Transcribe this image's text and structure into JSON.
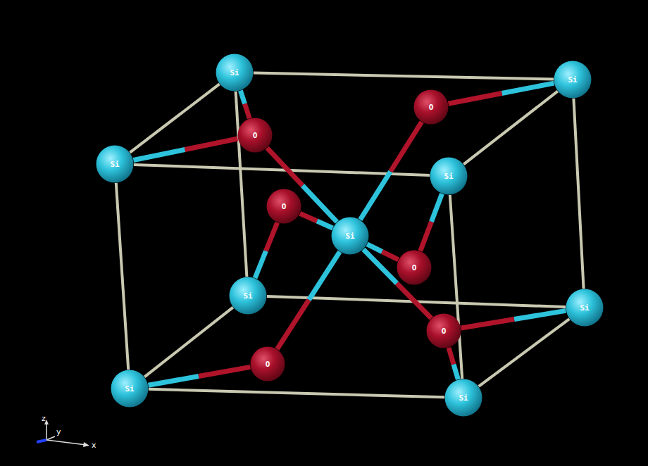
{
  "diagram": {
    "nodes": [
      {
        "text": [
          "Si"
        ]
      },
      {
        "text": [
          "Si"
        ]
      },
      {
        "text": [
          "O"
        ]
      },
      {
        "text": [
          "O"
        ]
      },
      {
        "text": [
          "Si"
        ]
      },
      {
        "text": [
          "Si"
        ]
      },
      {
        "text": [
          "O"
        ]
      },
      {
        "text": [
          "Si"
        ]
      },
      {
        "text": [
          "O"
        ]
      },
      {
        "text": [
          "Si"
        ]
      },
      {
        "text": [
          "Si"
        ]
      },
      {
        "text": [
          "O"
        ]
      },
      {
        "text": [
          "O"
        ]
      },
      {
        "text": [
          "Si"
        ]
      },
      {
        "text": [
          "Si"
        ]
      }
    ],
    "edges": [
      {
        "from": 0,
        "to": 1,
        "arrow": "none"
      },
      {
        "from": 0,
        "to": 4,
        "arrow": "none"
      },
      {
        "from": 0,
        "to": 9,
        "arrow": "none"
      },
      {
        "from": 1,
        "to": 5,
        "arrow": "none"
      },
      {
        "from": 1,
        "to": 10,
        "arrow": "none"
      },
      {
        "from": 4,
        "to": 5,
        "arrow": "none"
      },
      {
        "from": 4,
        "to": 13,
        "arrow": "none"
      },
      {
        "from": 5,
        "to": 14,
        "arrow": "none"
      },
      {
        "from": 9,
        "to": 10,
        "arrow": "none"
      },
      {
        "from": 9,
        "to": 13,
        "arrow": "none"
      },
      {
        "from": 10,
        "to": 14,
        "arrow": "none"
      },
      {
        "from": 13,
        "to": 14,
        "arrow": "none"
      },
      {
        "from": 1,
        "to": 2,
        "arrow": "none"
      },
      {
        "from": 7,
        "to": 2,
        "arrow": "none"
      },
      {
        "from": 4,
        "to": 3,
        "arrow": "none"
      },
      {
        "from": 0,
        "to": 3,
        "arrow": "none"
      },
      {
        "from": 7,
        "to": 3,
        "arrow": "none"
      },
      {
        "from": 9,
        "to": 6,
        "arrow": "none"
      },
      {
        "from": 7,
        "to": 6,
        "arrow": "none"
      },
      {
        "from": 5,
        "to": 8,
        "arrow": "none"
      },
      {
        "from": 7,
        "to": 8,
        "arrow": "none"
      },
      {
        "from": 10,
        "to": 11,
        "arrow": "none"
      },
      {
        "from": 7,
        "to": 11,
        "arrow": "none"
      },
      {
        "from": 14,
        "to": 11,
        "arrow": "none"
      },
      {
        "from": 13,
        "to": 12,
        "arrow": "none"
      },
      {
        "from": 7,
        "to": 12,
        "arrow": "none"
      }
    ],
    "labels": [
      "z",
      "y",
      "x"
    ]
  }
}
